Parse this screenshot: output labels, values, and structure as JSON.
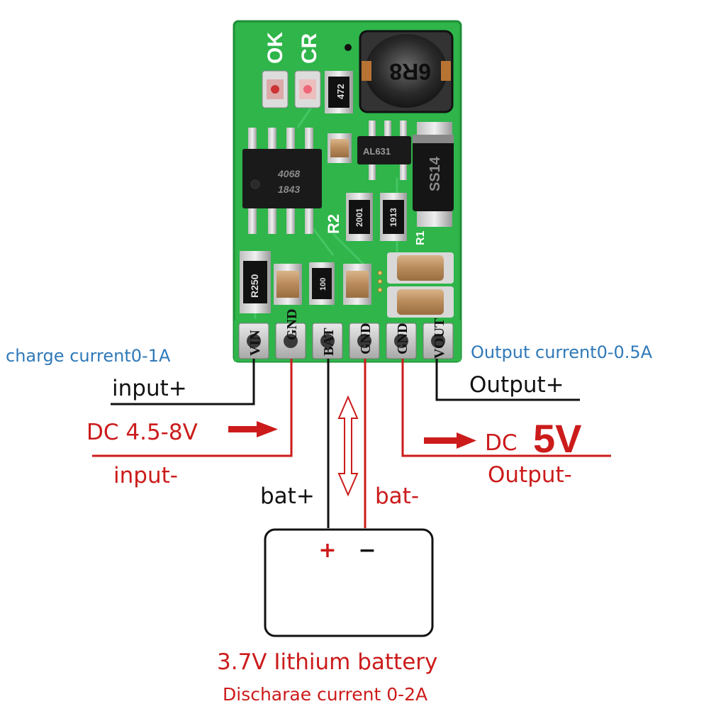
{
  "board": {
    "silkscreen": {
      "led_ok": "OK",
      "led_cr": "CR",
      "inductor_code": "6R8",
      "ic_main_line1": "4068",
      "ic_main_line2": "1843",
      "ic_boost": "AL631",
      "diode": "SS14",
      "res_472": "472",
      "res_2001": "2001",
      "res_1913": "1913",
      "res_r250": "R250",
      "res_100": "100",
      "ref_r2": "R2",
      "ref_r1": "R1"
    },
    "pins": [
      "VIN",
      "GND",
      "BAT",
      "GND",
      "GND",
      "VOUT"
    ]
  },
  "labels": {
    "charge_current": "charge current0-1A",
    "output_current": "Output current0-0.5A",
    "input_plus": "input+",
    "input_minus": "input-",
    "dc_in": "DC 4.5-8V",
    "output_plus": "Output+",
    "output_minus": "Output-",
    "dc_out_prefix": "DC",
    "dc_out_value": "5V",
    "bat_plus": "bat+",
    "bat_minus": "bat-",
    "battery_plus_sign": "+",
    "battery_minus_sign": "−",
    "battery_name": "3.7V Iithium battery",
    "discharge_current": "Discharae current 0-2A"
  },
  "colors": {
    "pcb_green": "#2fb54a",
    "wire_black": "#111111",
    "wire_red": "#cc1b1b",
    "text_blue": "#2f79b9"
  }
}
